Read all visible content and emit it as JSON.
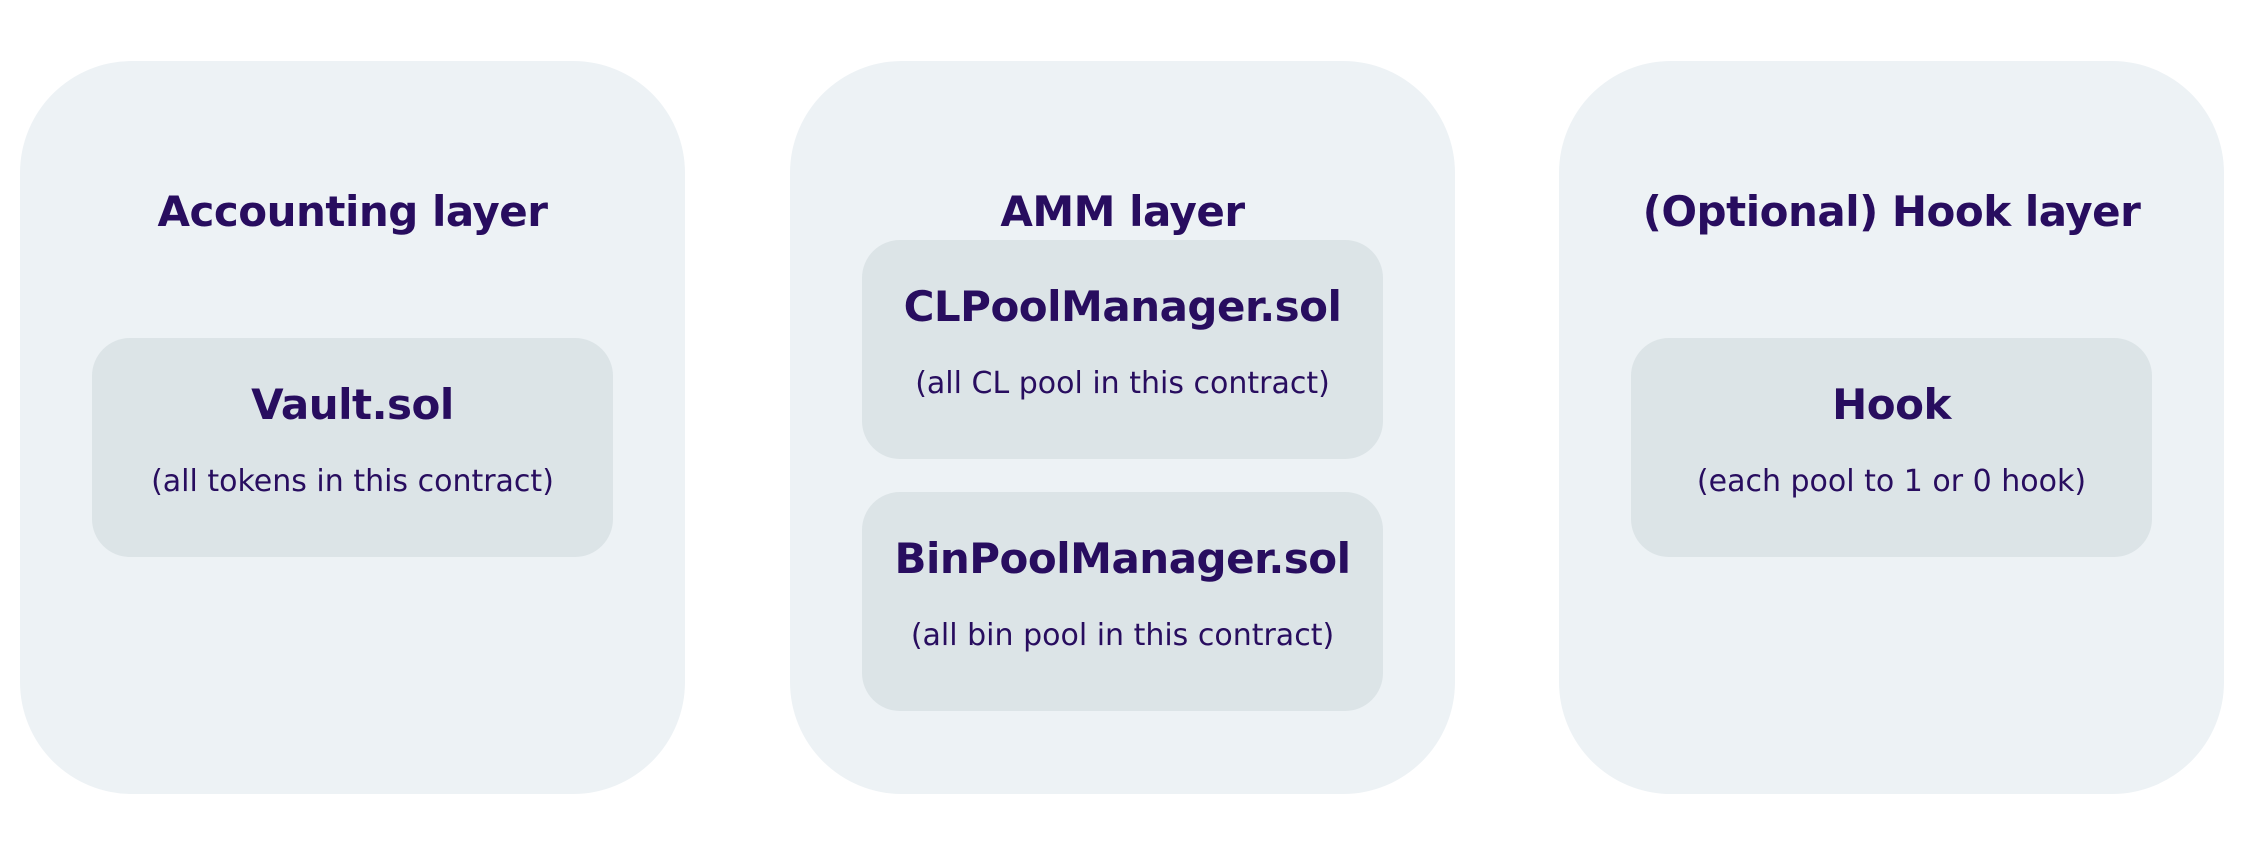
{
  "diagram": {
    "layers": [
      {
        "title": "Accounting layer",
        "boxes": [
          {
            "title": "Vault.sol",
            "subtitle": "(all tokens in this contract)"
          }
        ]
      },
      {
        "title": "AMM layer",
        "boxes": [
          {
            "title": "CLPoolManager.sol",
            "subtitle": "(all CL pool in this contract)"
          },
          {
            "title": "BinPoolManager.sol",
            "subtitle": "(all bin pool in this contract)"
          }
        ]
      },
      {
        "title": "(Optional) Hook layer",
        "boxes": [
          {
            "title": "Hook",
            "subtitle": "(each pool to 1 or 0 hook)"
          }
        ]
      }
    ],
    "colors": {
      "text": "#280d5f",
      "layer_background": "#edf2f5",
      "box_background": "#dce4e7",
      "page_background": "#ffffff"
    }
  }
}
